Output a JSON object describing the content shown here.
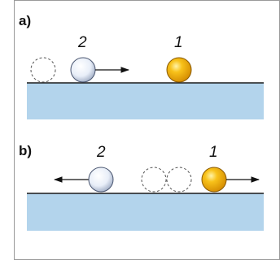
{
  "figure": {
    "border_color": "#9a9a9a",
    "water_color": "#b3d4ec",
    "surface_line_color": "#1a1a1a",
    "panels": [
      {
        "label": "a)",
        "balls": [
          {
            "number": "2",
            "color": "white",
            "icon": "white-sphere",
            "moving": "right"
          },
          {
            "number": "1",
            "color": "gold",
            "icon": "gold-sphere",
            "moving": "none"
          }
        ],
        "ghost_balls": 1
      },
      {
        "label": "b)",
        "balls": [
          {
            "number": "2",
            "color": "white",
            "icon": "white-sphere",
            "moving": "left"
          },
          {
            "number": "1",
            "color": "gold",
            "icon": "gold-sphere",
            "moving": "right"
          }
        ],
        "ghost_balls": 2
      }
    ]
  }
}
